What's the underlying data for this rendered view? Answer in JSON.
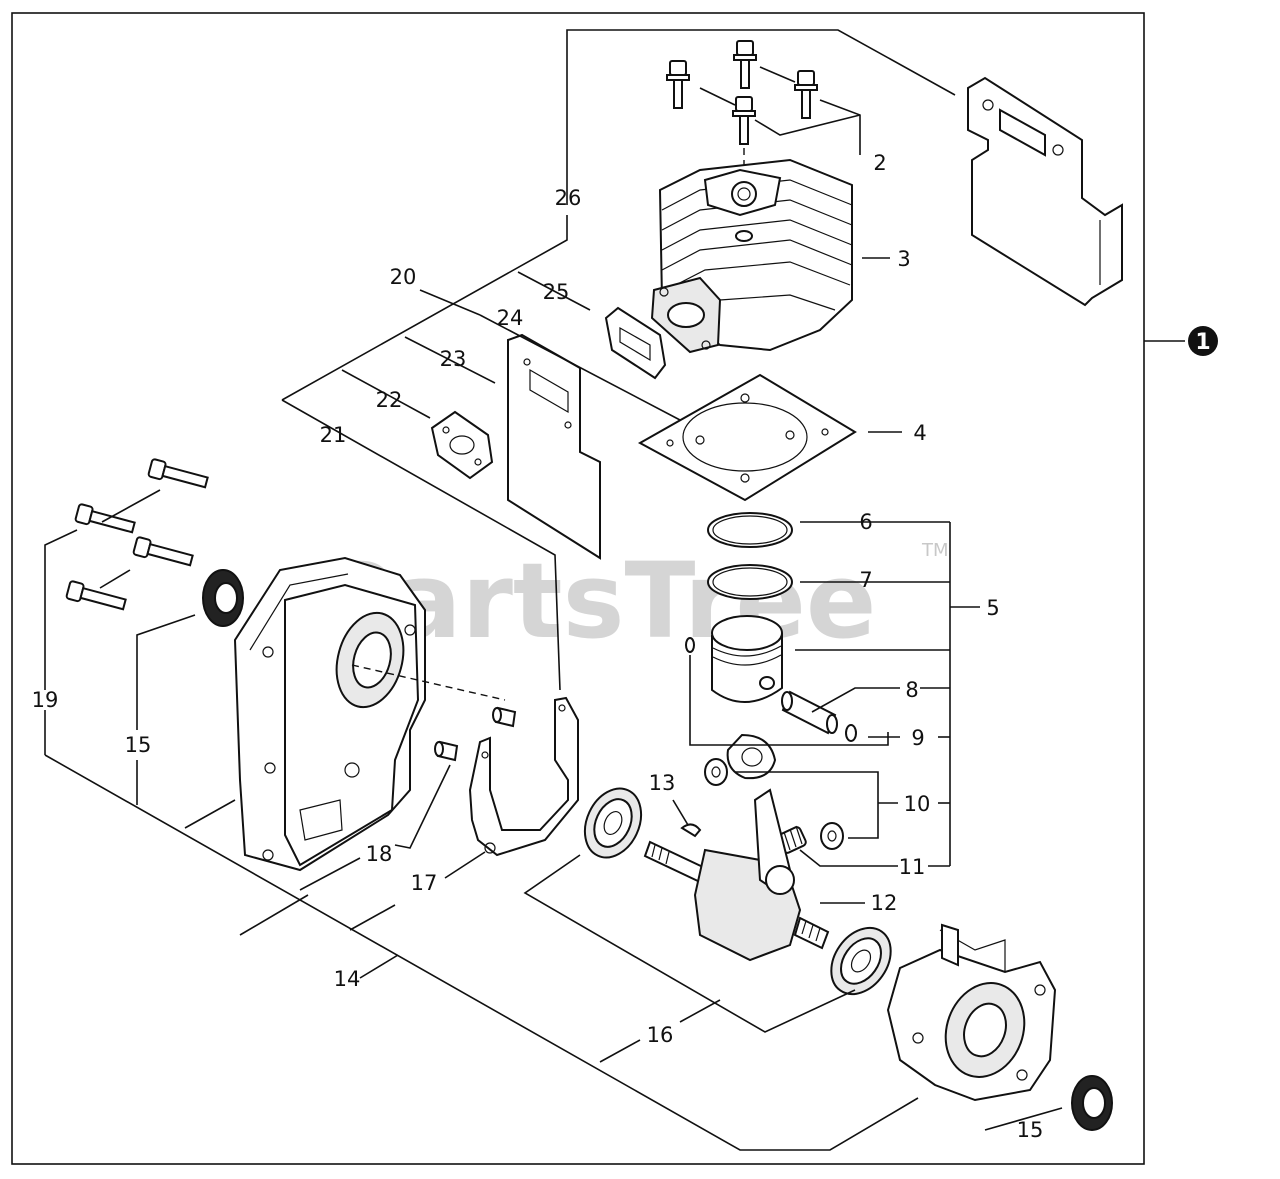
{
  "watermark": {
    "text": "PartsTree",
    "trademark": "TM"
  },
  "assembly_badge": "1",
  "labels": {
    "l2": "2",
    "l3": "3",
    "l4": "4",
    "l5": "5",
    "l6": "6",
    "l7": "7",
    "l8": "8",
    "l9": "9",
    "l10": "10",
    "l11": "11",
    "l12": "12",
    "l13": "13",
    "l14": "14",
    "l15a": "15",
    "l15b": "15",
    "l16": "16",
    "l17": "17",
    "l18": "18",
    "l19": "19",
    "l20": "20",
    "l21": "21",
    "l22": "22",
    "l23": "23",
    "l24": "24",
    "l25": "25",
    "l26": "26"
  }
}
